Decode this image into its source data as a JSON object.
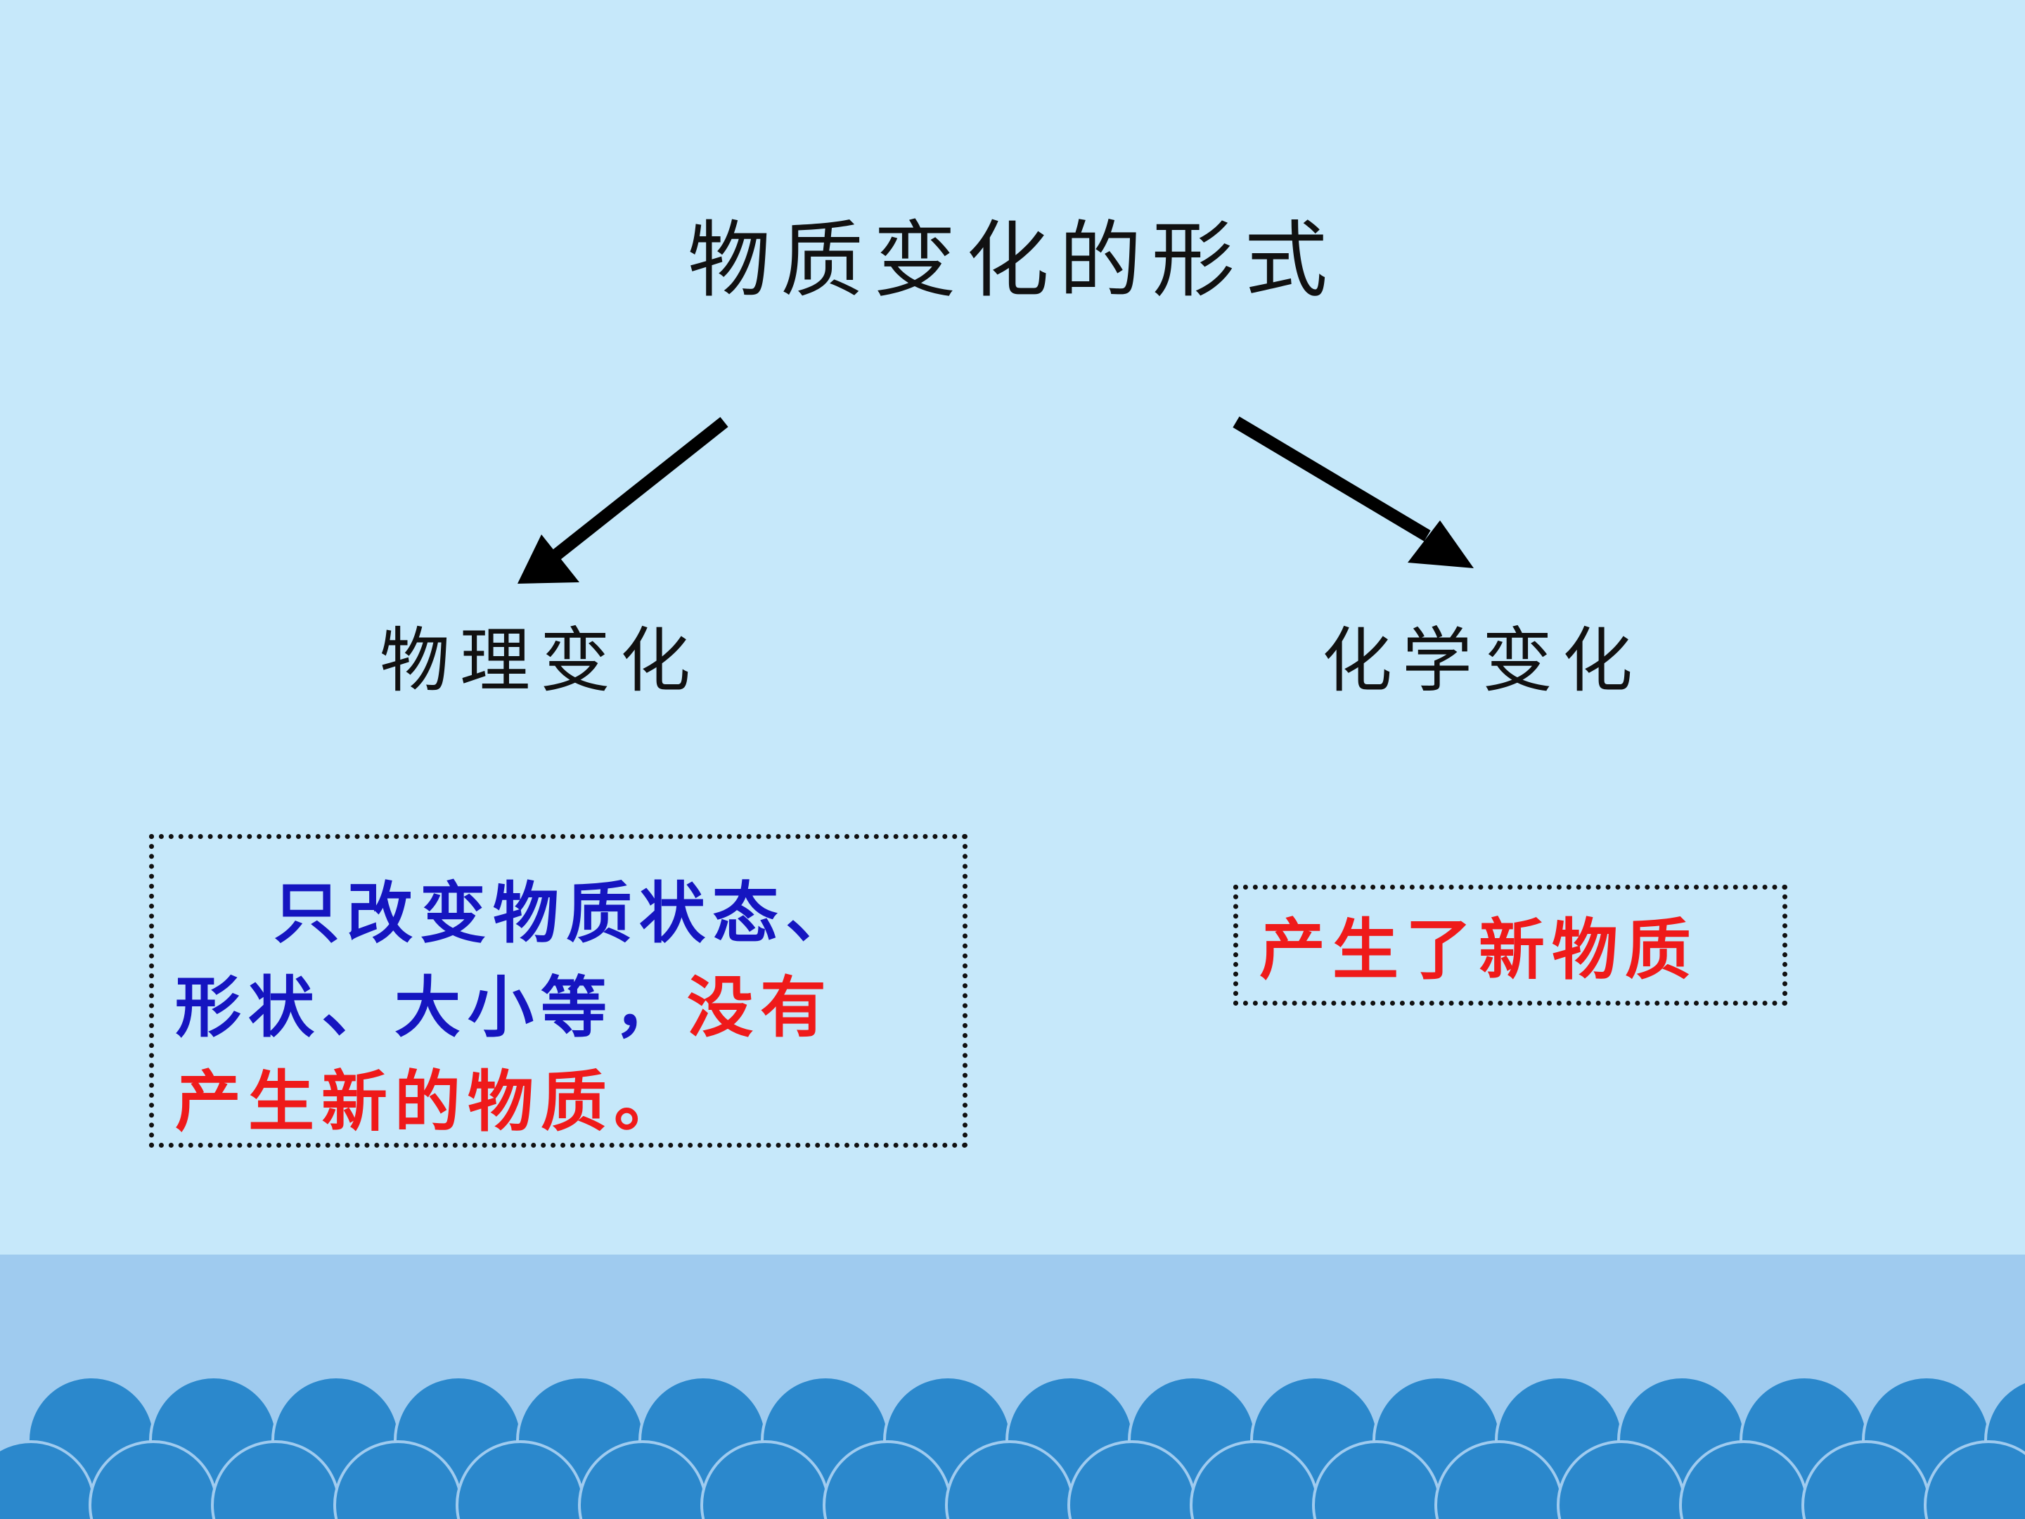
{
  "title": "物质变化的形式",
  "branches": {
    "left": "物理变化",
    "right": "化学变化"
  },
  "left_box": {
    "line1_blue": "只改变物质状态、",
    "line2_blue": "形状、大小等，",
    "line2_red": "没有",
    "line3_red": "产生新的物质。"
  },
  "right_box": {
    "text_red": "产生了新物质"
  },
  "colors": {
    "background": "#c6e8fa",
    "sea_band": "#9fcbef",
    "wave": "#2b88cc",
    "blue_text": "#1515c0",
    "red_text": "#ef1a1a",
    "arrow": "#000000"
  },
  "icons": {
    "left_arrow": "arrow-down-left-icon",
    "right_arrow": "arrow-down-right-icon"
  }
}
